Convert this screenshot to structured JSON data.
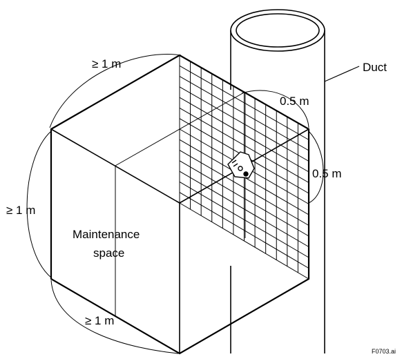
{
  "labels": {
    "duct": "Duct",
    "top_clearance": "≥ 1 m",
    "left_clearance": "≥ 1 m",
    "bottom_clearance": "≥ 1 m",
    "horizontal_clearance": "0.5 m",
    "vertical_clearance": "0.5 m",
    "maintenance_line1": "Maintenance",
    "maintenance_line2": "space",
    "figure_id": "F0703.ai"
  },
  "colors": {
    "stroke": "#000000",
    "background": "#ffffff"
  }
}
